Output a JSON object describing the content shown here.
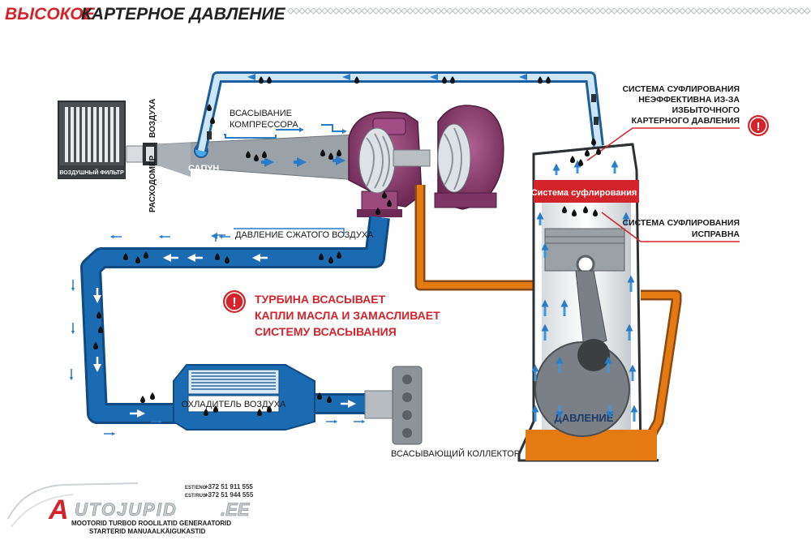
{
  "header": {
    "title_highlight": "ВЫСОКОЕ",
    "title_rest": "КАРТЕРНОЕ ДАВЛЕНИЕ"
  },
  "labels": {
    "air_filter": "ВОЗДУШНЫЙ ФИЛЬТР",
    "air": "ВОЗДУХА",
    "flowmeter": "РАСХОДОМЕР",
    "breather": "САПУН",
    "compressor_intake_line1": "ВСАСЫВАНИЕ",
    "compressor_intake_line2": "КОМПРЕССОРА",
    "compressed_air_pressure": "ДАВЛЕНИЕ СЖАТОГО ВОЗДУХА",
    "intercooler": "ОХЛАДИТЕЛЬ ВОЗДУХА",
    "intake_manifold": "ВСАСЫВАЮЩИЙ КОЛЛЕКТОР",
    "breather_system": "Система суфлирования",
    "pressure": "ДАВЛЕНИЕ",
    "breather_ineffective_line1": "СИСТЕМА СУФЛИРОВАНИЯ",
    "breather_ineffective_line2": "НЕЭФФЕКТИВНА ИЗ-ЗА",
    "breather_ineffective_line3": "ИЗБЫТОЧНОГО",
    "breather_ineffective_line4": "КАРТЕРНОГО ДАВЛЕНИЯ",
    "breather_ok_line1": "СИСТЕМА СУФЛИРОВАНИЯ",
    "breather_ok_line2": "ИСПРАВНА",
    "turbo_warning_line1": "ТУРБИНА ВСАСЫВАЕТ",
    "turbo_warning_line2": "КАПЛИ МАСЛА И ЗАМАСЛИВАЕТ",
    "turbo_warning_line3": "СИСТЕМУ ВСАСЫВАНИЯ",
    "warning_mark": "!"
  },
  "footer": {
    "logo_main": "UTOJUPID",
    "logo_letter": "A",
    "logo_domain": ".EE",
    "tagline_line1": "MOOTORID TURBOD ROOLILATID GENERAATORID",
    "tagline_line2": "STARTERID MANUAALKÄIGUKASTID",
    "phone_est_eng_label": "EST/ENG",
    "phone_est_eng": "+372 51 911 555",
    "phone_est_rus_label": "EST/RUS",
    "phone_est_rus": "+372 51 944 555"
  },
  "colors": {
    "accent_red": "#d3242b",
    "pipe_blue": "#1b5f9e",
    "pipe_light": "#cfe6f7",
    "turbo_purple": "#8a3a6e",
    "oil_orange": "#e67a12",
    "engine_gray": "#8d9499"
  },
  "icons": {
    "warning": "exclamation-circle-icon",
    "oil_drop": "oil-drop-icon",
    "flow_arrow": "flow-arrow-icon"
  }
}
